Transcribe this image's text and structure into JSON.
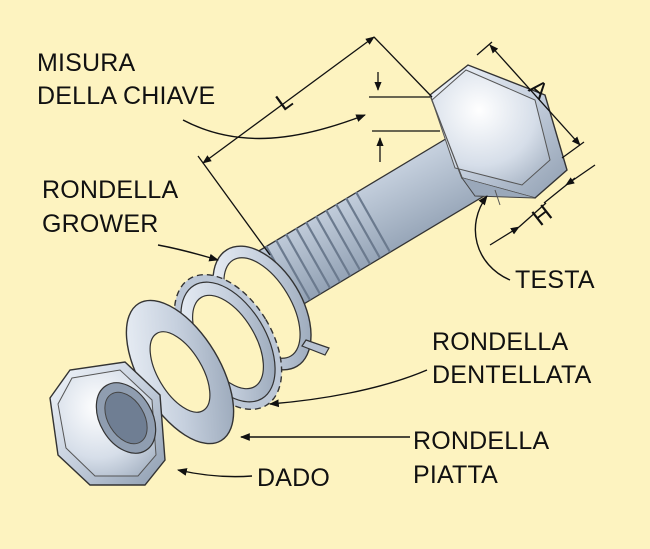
{
  "labels": {
    "misura_chiave": [
      "MISURA",
      "DELLA CHIAVE"
    ],
    "rondella_grower": [
      "RONDELLA",
      "GROWER"
    ],
    "testa": "TESTA",
    "rondella_dentellata": [
      "RONDELLA",
      "DENTELLATA"
    ],
    "rondella_piatta": [
      "RONDELLA",
      "PIATTA"
    ],
    "dado": "DADO"
  },
  "dimensions": {
    "length": "L",
    "width": "A",
    "height": "H"
  },
  "colors": {
    "background": "#FDF3C0",
    "metal_light": "#EEF3FA",
    "metal_mid": "#C3CEDC",
    "metal_dark": "#8898AC",
    "line": "#111111"
  }
}
